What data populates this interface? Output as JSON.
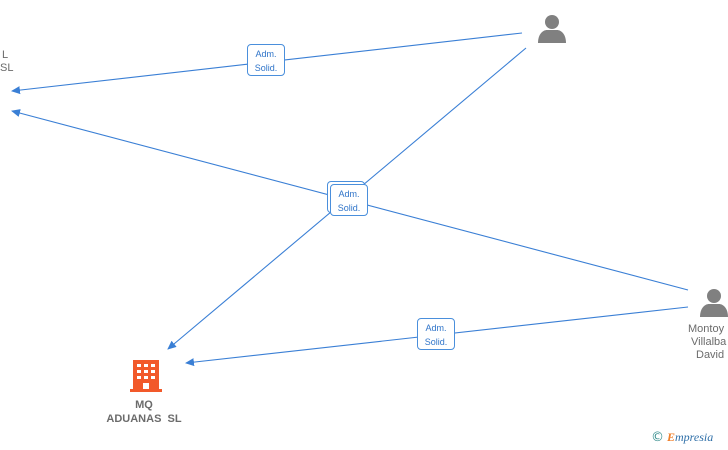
{
  "diagram": {
    "nodes": {
      "left_company_partial": {
        "lines": [
          "L",
          "SL"
        ]
      },
      "mq_aduanas": {
        "lines": [
          "MQ",
          "ADUANAS  SL"
        ]
      },
      "person_top": {
        "lines": []
      },
      "person_right": {
        "lines": [
          "Montoy",
          "Villalba",
          "David"
        ]
      }
    },
    "edges": [
      {
        "label_line1": "Adm.",
        "label_line2": "Solid."
      },
      {
        "label_line1": "Adm.",
        "label_line2": "Solid."
      },
      {
        "label_line1": "Adm.",
        "label_line2": "Solid."
      }
    ],
    "colors": {
      "edge": "#3a7fd5",
      "person_icon": "#808080",
      "company_icon": "#f2592a",
      "label_text": "#6b6b6b"
    }
  },
  "watermark": {
    "copyright_symbol": "©",
    "brand_first": "E",
    "brand_rest": "mpresia"
  }
}
